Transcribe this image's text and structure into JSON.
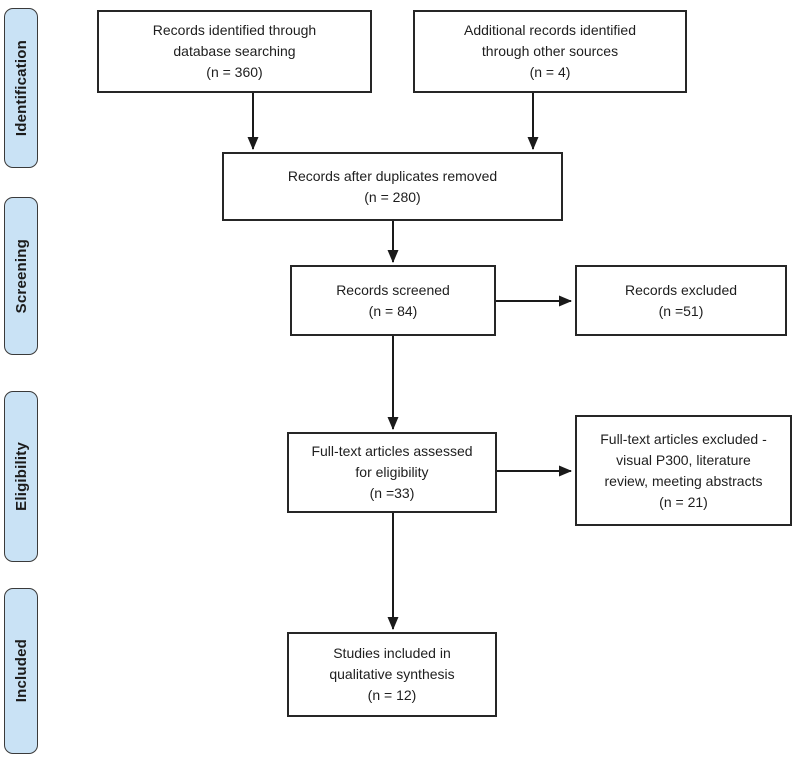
{
  "colors": {
    "stage_fill": "#c9e2f5",
    "stage_border": "#3a3a3a",
    "node_fill": "#ffffff",
    "node_border": "#262626",
    "arrow": "#1a1a1a",
    "text": "#1e1e1e"
  },
  "stages": [
    {
      "label": "Identification"
    },
    {
      "label": "Screening"
    },
    {
      "label": "Eligibility"
    },
    {
      "label": "Included"
    }
  ],
  "nodes": {
    "identified_database": {
      "text": "Records identified through\ndatabase searching\n(n = 360)"
    },
    "identified_other": {
      "text": "Additional records identified\nthrough other sources\n(n = 4)"
    },
    "after_duplicates": {
      "text": "Records after duplicates removed\n(n = 280)"
    },
    "screened": {
      "text": "Records screened\n(n = 84)"
    },
    "excluded": {
      "text": "Records excluded\n(n =51)"
    },
    "fulltext_assessed": {
      "text": "Full-text articles assessed\nfor eligibility\n(n =33)"
    },
    "fulltext_excluded": {
      "text": "Full-text articles excluded -\nvisual P300, literature\nreview, meeting abstracts\n(n = 21)"
    },
    "included_qualitative": {
      "text": "Studies included in\nqualitative synthesis\n(n = 12)"
    }
  }
}
